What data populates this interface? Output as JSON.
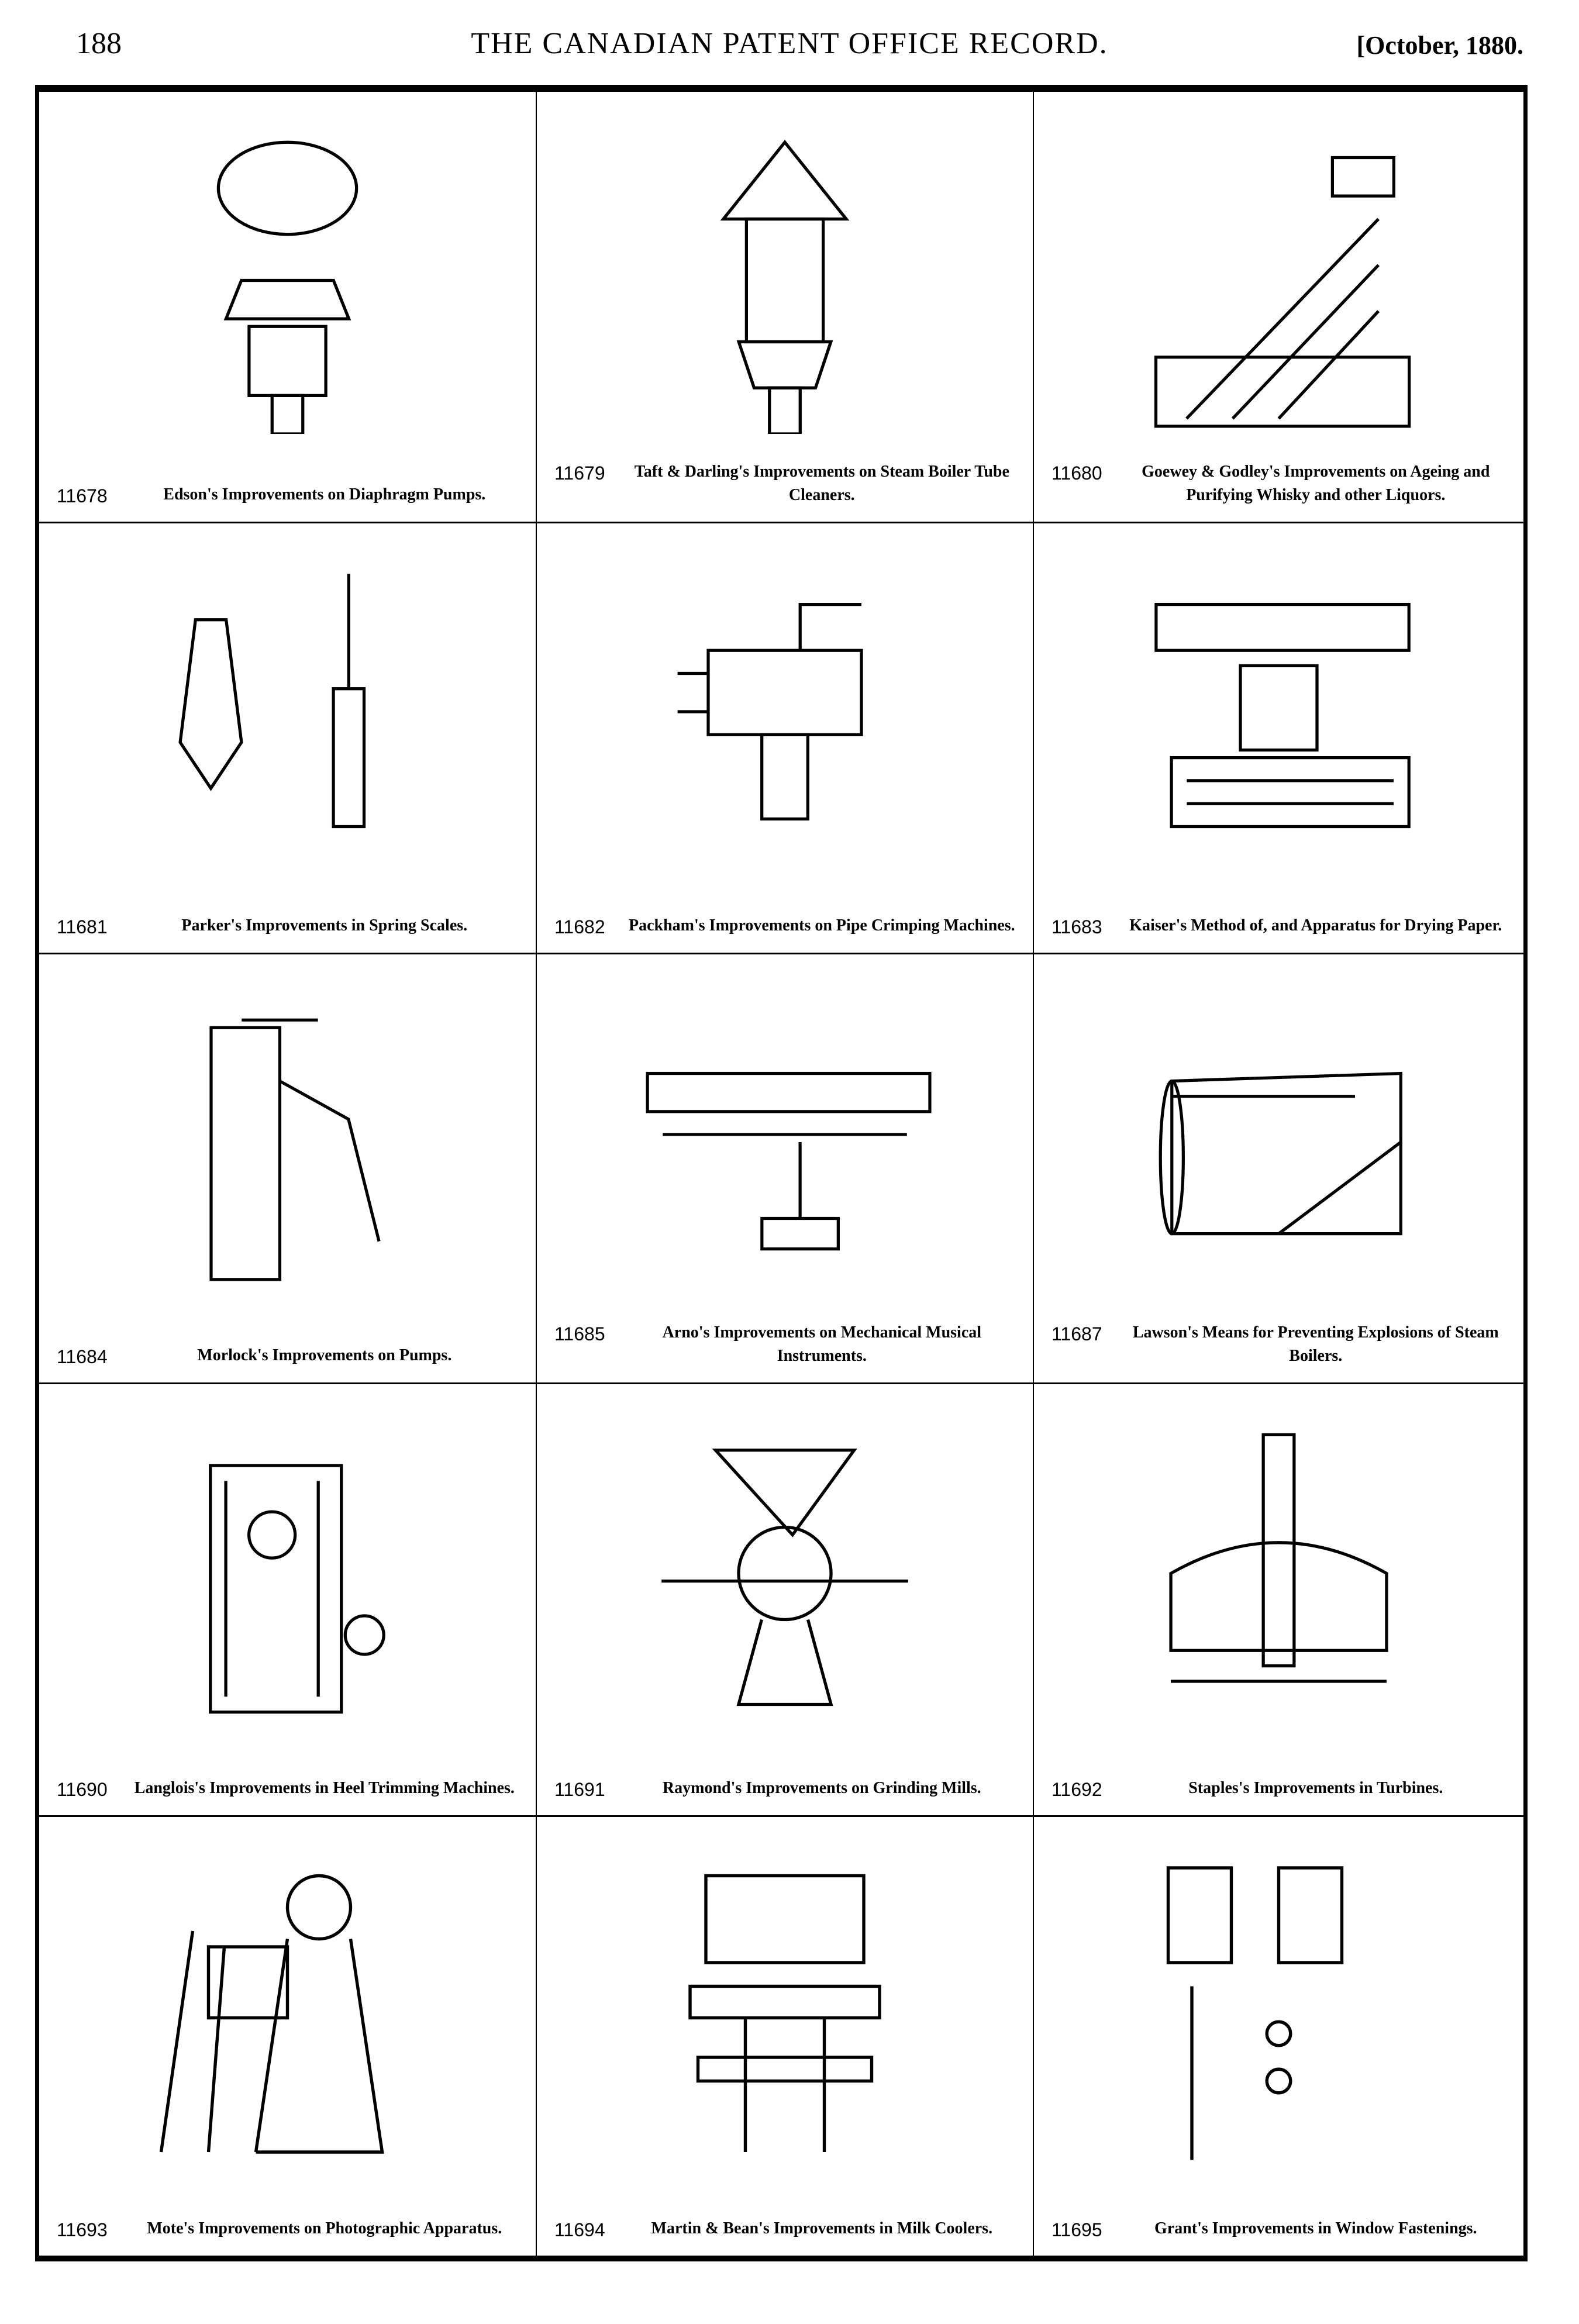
{
  "header": {
    "page_number": "188",
    "title": "THE CANADIAN PATENT OFFICE RECORD.",
    "date": "[October, 1880."
  },
  "patents": [
    {
      "number": "11678",
      "title": "Edson's Improvements on Diaphragm Pumps."
    },
    {
      "number": "11679",
      "title": "Taft & Darling's Improvements on Steam Boiler Tube Cleaners."
    },
    {
      "number": "11680",
      "title": "Goewey & Godley's Improvements on Ageing and Purifying Whisky and other Liquors."
    },
    {
      "number": "11681",
      "title": "Parker's Improvements in Spring Scales."
    },
    {
      "number": "11682",
      "title": "Packham's Improvements on Pipe Crimping Machines."
    },
    {
      "number": "11683",
      "title": "Kaiser's Method of, and Apparatus for Drying Paper."
    },
    {
      "number": "11684",
      "title": "Morlock's Improvements on Pumps."
    },
    {
      "number": "11685",
      "title": "Arno's Improvements on Mechanical Musical Instruments."
    },
    {
      "number": "11687",
      "title": "Lawson's Means for Preventing Explosions of Steam Boilers."
    },
    {
      "number": "11690",
      "title": "Langlois's Improvements in Heel Trimming Machines."
    },
    {
      "number": "11691",
      "title": "Raymond's Improvements on Grinding Mills."
    },
    {
      "number": "11692",
      "title": "Staples's Improvements in Turbines."
    },
    {
      "number": "11693",
      "title": "Mote's Improvements on Photographic Apparatus."
    },
    {
      "number": "11694",
      "title": "Martin & Bean's Improvements in Milk Coolers."
    },
    {
      "number": "11695",
      "title": "Grant's Improvements in Window Fastenings."
    }
  ]
}
